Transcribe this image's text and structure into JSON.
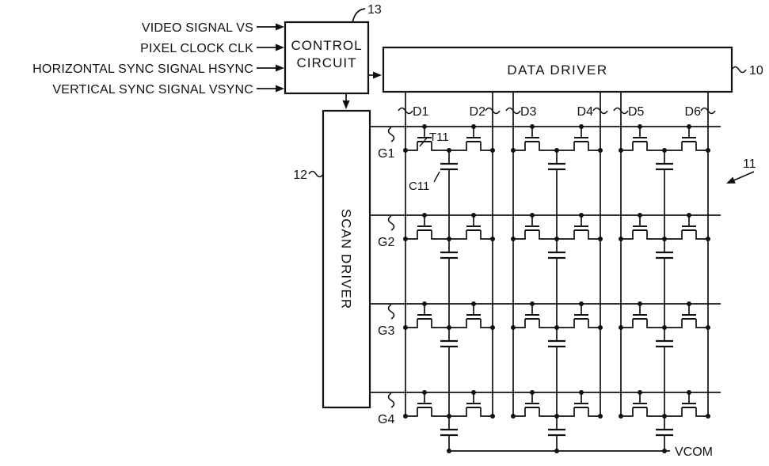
{
  "figure": {
    "inputs": [
      "VIDEO SIGNAL VS",
      "PIXEL CLOCK CLK",
      "HORIZONTAL SYNC SIGNAL HSYNC",
      "VERTICAL SYNC SIGNAL VSYNC"
    ],
    "blocks": {
      "control_circuit": {
        "label_line1": "CONTROL",
        "label_line2": "CIRCUIT",
        "ref": "13"
      },
      "data_driver": {
        "label": "DATA DRIVER",
        "ref": "10"
      },
      "scan_driver": {
        "label": "SCAN DRIVER",
        "ref": "12"
      },
      "pixel_array": {
        "ref": "11"
      }
    },
    "array": {
      "data_lines": [
        "D1",
        "D2",
        "D3",
        "D4",
        "D5",
        "D6"
      ],
      "gate_lines": [
        "G1",
        "G2",
        "G3",
        "G4"
      ],
      "transistor_ref": "T11",
      "capacitor_ref": "C11",
      "common_label": "VCOM"
    },
    "colors": {
      "ink": "#111111",
      "background": "#ffffff"
    }
  }
}
